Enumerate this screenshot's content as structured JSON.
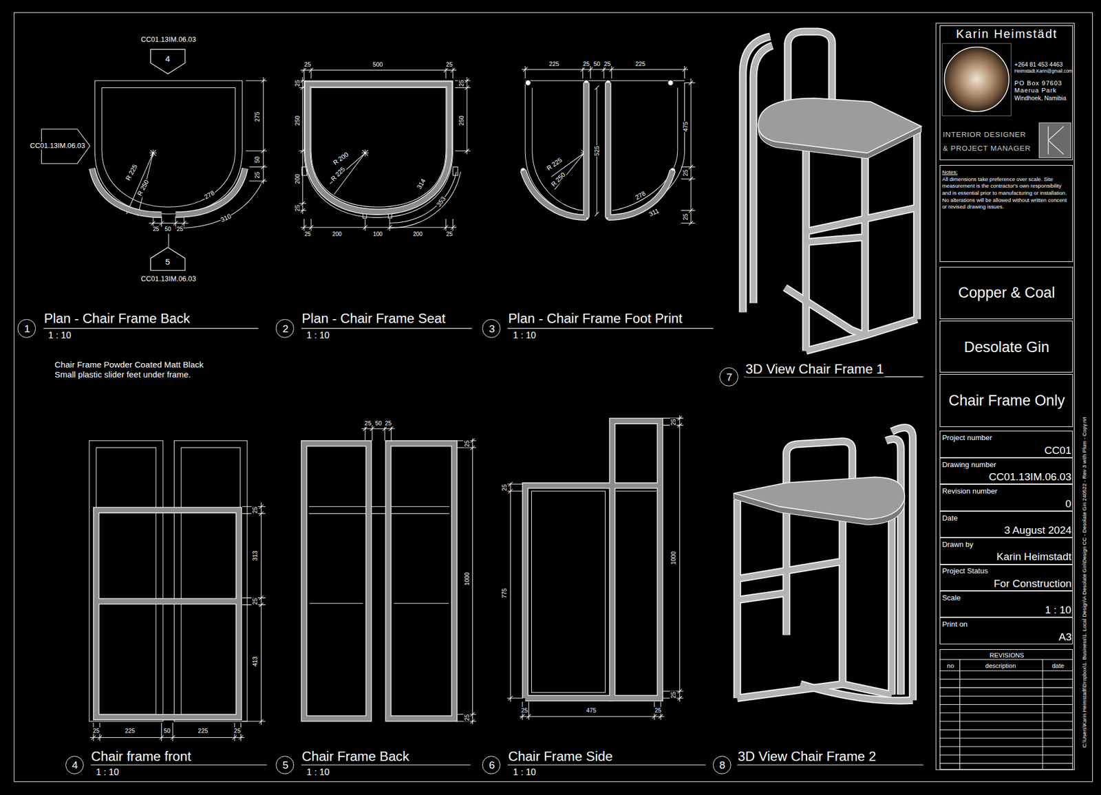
{
  "diagram": {
    "nodes": [
      {
        "text": [
          "Karin Heimstädt",
          "+264 81 453 4463",
          "Heimstadt.Karin@gmail.com",
          "PO Box 97603",
          "Maerua Park",
          "Windhoek, Namibia",
          "INTERIOR DESIGNER & PROJECT MANAGER"
        ]
      },
      {
        "text": [
          "Notes:",
          "All dimensions take preference over scale. Site measurement is the contractor's own responsibility and is essential prior to manufacturing or installation. No alterations will be allowed without written concent or revised drawing issues."
        ]
      },
      {
        "text": [
          "Copper & Coal"
        ]
      },
      {
        "text": [
          "Desolate Gin"
        ]
      },
      {
        "text": [
          "Chair Frame Only"
        ]
      },
      {
        "text": [
          "Project number",
          "CC01"
        ]
      },
      {
        "text": [
          "Drawing number",
          "CC01.13IM.06.03"
        ]
      },
      {
        "text": [
          "Revision number",
          "0"
        ]
      },
      {
        "text": [
          "Date",
          "3 August 2024"
        ]
      },
      {
        "text": [
          "Drawn by",
          "Karin Heimstadt"
        ]
      },
      {
        "text": [
          "Project Status",
          "For Construction"
        ]
      },
      {
        "text": [
          "Scale",
          "1 : 10"
        ]
      },
      {
        "text": [
          "Print on",
          "A3"
        ]
      },
      {
        "text": [
          "REVISIONS",
          "no",
          "description",
          "date"
        ]
      },
      {
        "text": [
          "4"
        ]
      },
      {
        "text": [
          "5"
        ]
      },
      {
        "text": [
          "1"
        ]
      },
      {
        "text": [
          "2"
        ]
      },
      {
        "text": [
          "3"
        ]
      },
      {
        "text": [
          "7"
        ]
      },
      {
        "text": [
          "4"
        ]
      },
      {
        "text": [
          "5"
        ]
      },
      {
        "text": [
          "6"
        ]
      },
      {
        "text": [
          "8"
        ]
      }
    ],
    "labels": [
      "CC01.13IM.06.03",
      "CC01.13IM.06.03",
      "275",
      "50",
      "25",
      "R 225",
      "R 250",
      "278",
      "310",
      "25",
      "50",
      "25",
      "CC01.13IM.06.03",
      "Plan - Chair Frame Back",
      "1 : 10",
      "25",
      "500",
      "25",
      "25",
      "250",
      "25",
      "250",
      "200",
      "25",
      "R 200",
      "R 225",
      "314",
      "353",
      "25",
      "200",
      "100",
      "200",
      "25",
      "Plan - Chair Frame Seat",
      "1 : 10",
      "225",
      "25",
      "50",
      "25",
      "225",
      "525",
      "R 225",
      "R 250",
      "475",
      "25",
      "278",
      "311",
      "25",
      "Plan - Chair Frame Foot Print",
      "1 : 10",
      "Chair Frame Powder Coated Matt Black Small plastic slider feet under frame.",
      "3D View Chair Frame 1",
      "25",
      "313",
      "25",
      "413",
      "25",
      "225",
      "50",
      "225",
      "25",
      "Chair frame front",
      "1 : 10",
      "25",
      "50",
      "25",
      "25",
      "1000",
      "25",
      "Chair Frame Back",
      "1 : 10",
      "25",
      "775",
      "25",
      "1000",
      "25",
      "25",
      "475",
      "25",
      "Chair Frame Side",
      "1 : 10",
      "3D View Chair Frame 2",
      "C:\\Users\\Karin Heimstadt\\Dropbox\\1. Business\\1. Local Design\\A Desolate Gin\\Design CC - Desolate Gin 240522 - Rev 3 with Plum - Copy.rvt"
    ]
  }
}
